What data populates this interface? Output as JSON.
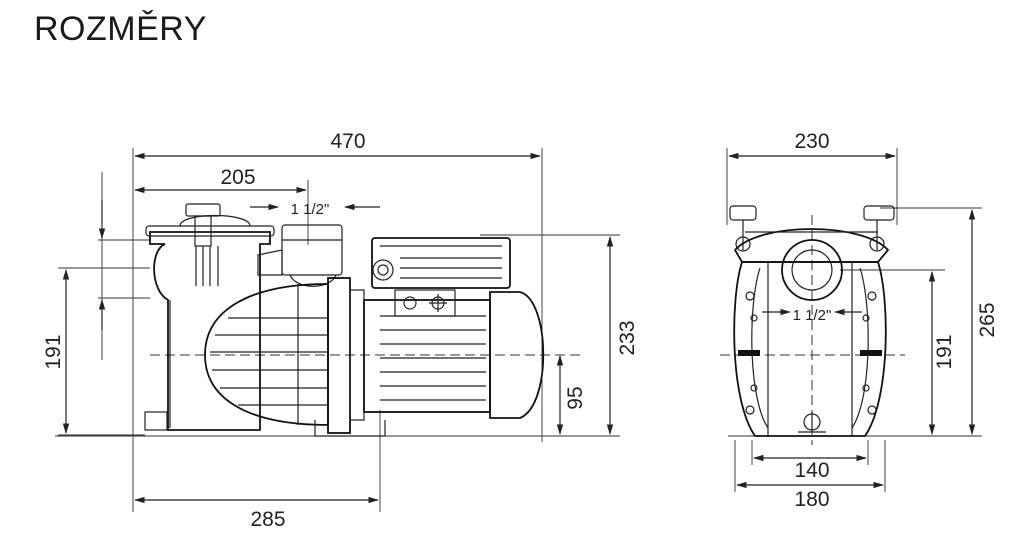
{
  "title": "ROZMĚRY",
  "side_view": {
    "overall_length": "470",
    "inlet_offset": "205",
    "pipe_size": "1 1/2\"",
    "height_to_axis": "191",
    "total_height": "233",
    "axis_height": "95",
    "base_length": "285"
  },
  "front_view": {
    "width": "230",
    "pipe_size": "1 1/2\"",
    "height_to_axis": "191",
    "total_height": "265",
    "base_inner": "140",
    "base_outer": "180"
  },
  "colors": {
    "line": "#222222",
    "background": "#ffffff"
  }
}
